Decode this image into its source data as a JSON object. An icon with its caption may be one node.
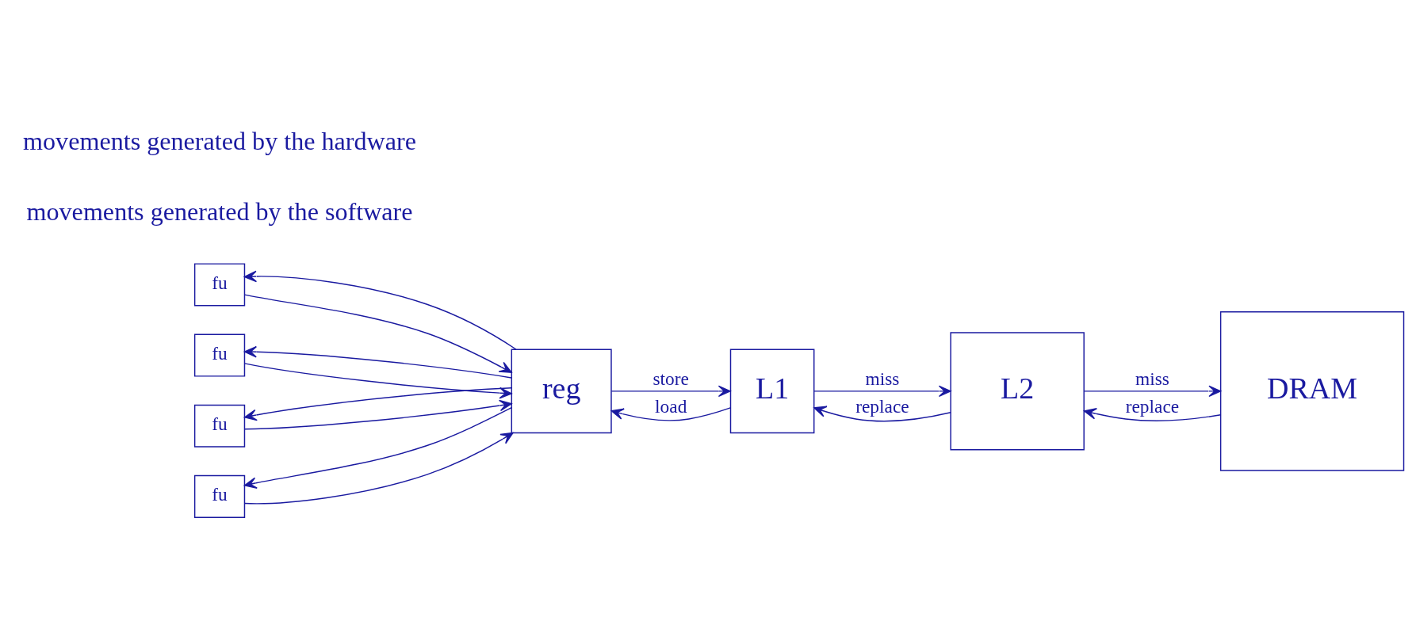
{
  "diagram": {
    "nodes": [
      {
        "text": [
          "fu"
        ]
      },
      {
        "text": [
          "fu"
        ]
      },
      {
        "text": [
          "fu"
        ]
      },
      {
        "text": [
          "fu"
        ]
      },
      {
        "text": [
          "reg"
        ]
      },
      {
        "text": [
          "L1"
        ]
      },
      {
        "text": [
          "L2"
        ]
      },
      {
        "text": [
          "DRAM"
        ]
      }
    ],
    "edges": [
      {
        "from": 0,
        "to": 4,
        "arrow": "to"
      },
      {
        "from": 1,
        "to": 4,
        "arrow": "to"
      },
      {
        "from": 2,
        "to": 4,
        "arrow": "to"
      },
      {
        "from": 3,
        "to": 4,
        "arrow": "to"
      },
      {
        "from": 4,
        "to": 0,
        "arrow": "to"
      },
      {
        "from": 4,
        "to": 1,
        "arrow": "to"
      },
      {
        "from": 4,
        "to": 2,
        "arrow": "to"
      },
      {
        "from": 4,
        "to": 3,
        "arrow": "to"
      },
      {
        "from": 4,
        "to": 5,
        "arrow": "to",
        "label": "store"
      },
      {
        "from": 5,
        "to": 4,
        "arrow": "to",
        "label": "load"
      },
      {
        "from": 5,
        "to": 6,
        "arrow": "to",
        "label": "miss"
      },
      {
        "from": 6,
        "to": 5,
        "arrow": "to",
        "label": "replace"
      },
      {
        "from": 6,
        "to": 7,
        "arrow": "to",
        "label": "miss"
      },
      {
        "from": 7,
        "to": 6,
        "arrow": "to",
        "label": "replace"
      }
    ],
    "labels": [
      "movements generated by the software",
      "movements generated by the hardware"
    ]
  }
}
